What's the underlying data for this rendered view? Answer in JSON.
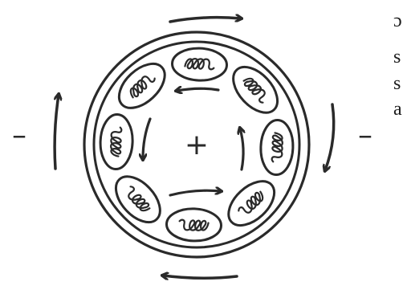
{
  "diagram": {
    "center_sign": "+",
    "left_sign": "–",
    "right_sign": "–",
    "ring_count": 8
  },
  "cropped_text": {
    "lines": [
      "ɔ",
      "s",
      "s",
      "a"
    ]
  }
}
